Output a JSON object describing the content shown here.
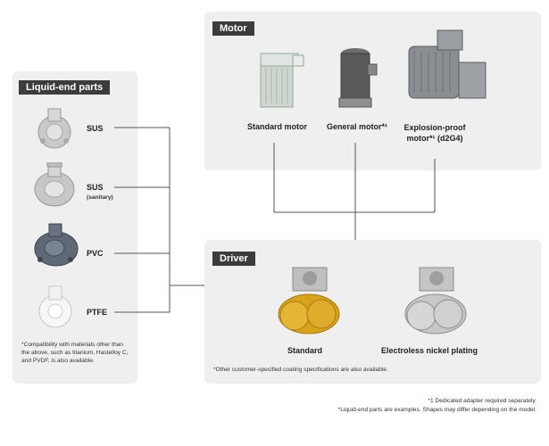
{
  "liquid_end": {
    "heading": "Liquid-end parts",
    "items": [
      {
        "label": "SUS",
        "sub": ""
      },
      {
        "label": "SUS",
        "sub": "(sanitary)"
      },
      {
        "label": "PVC",
        "sub": ""
      },
      {
        "label": "PTFE",
        "sub": ""
      }
    ],
    "note": "*Compatibility with materials other than the above, such as titanium, Hastelloy C, and PVDF, is also available."
  },
  "motor": {
    "heading": "Motor",
    "items": [
      {
        "label": "Standard motor"
      },
      {
        "label": "General motor*¹"
      },
      {
        "label": "Explosion-proof motor*¹ (d2G4)"
      }
    ]
  },
  "driver": {
    "heading": "Driver",
    "items": [
      {
        "label": "Standard"
      },
      {
        "label": "Electroless nickel plating"
      }
    ],
    "note": "*Other customer-specified coating specifications are also available."
  },
  "footnotes": {
    "adapter": "*1 Dedicated adapter required separately.",
    "examples": "*Liquid-end parts are examples. Shapes may differ depending on the model."
  },
  "colors": {
    "panel": "#efefef",
    "tag": "#3c3c3c",
    "line": "#555555",
    "driver_standard": "#d9a21b",
    "driver_nickel": "#c8c8c8",
    "pvc": "#5f6877"
  }
}
